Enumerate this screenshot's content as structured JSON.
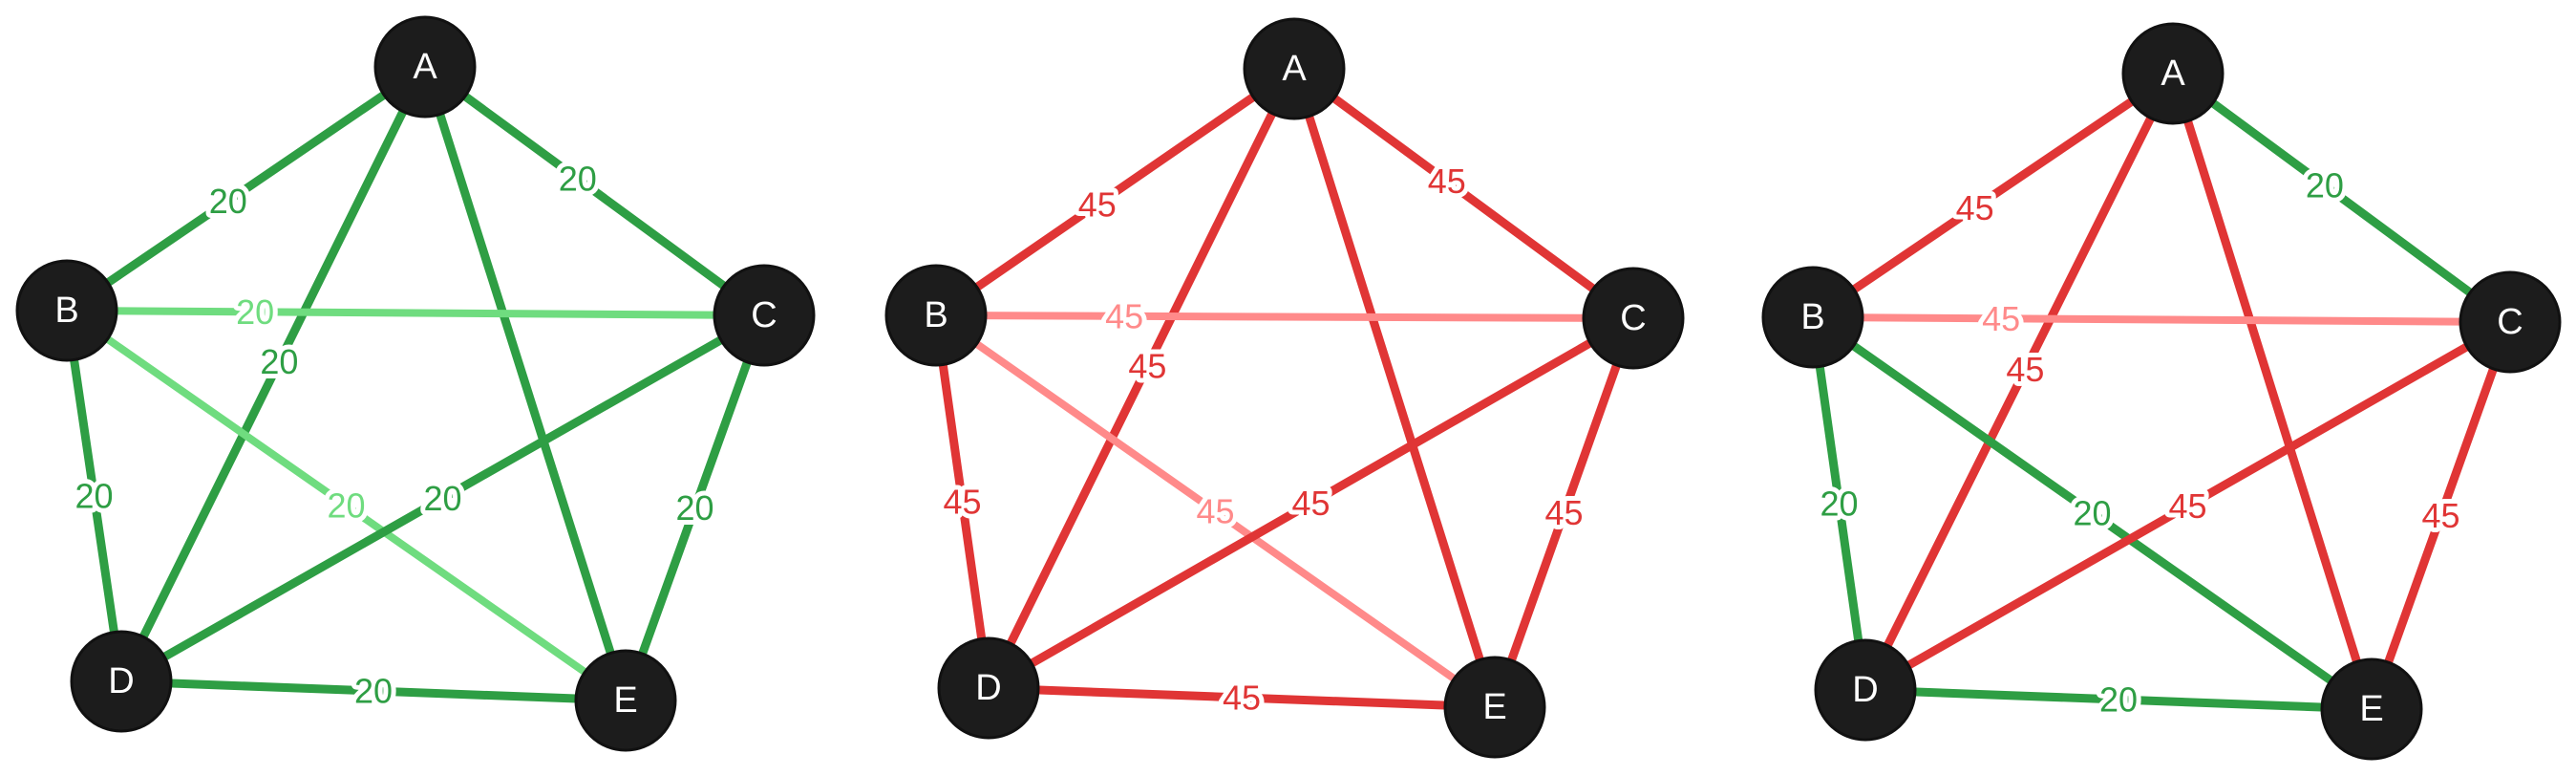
{
  "colors": {
    "green": "#2e9e44",
    "light_green": "#6fdc7f",
    "red": "#e03535",
    "light_red": "#ff8a8a",
    "node_fill": "#1c1c1c",
    "node_text": "#ffffff"
  },
  "graphs": [
    {
      "id": "graph-1",
      "nodes": [
        "A",
        "B",
        "C",
        "D",
        "E"
      ],
      "edges": [
        {
          "from": "A",
          "to": "B",
          "label": "20",
          "color": "green"
        },
        {
          "from": "A",
          "to": "C",
          "label": "20",
          "color": "green"
        },
        {
          "from": "A",
          "to": "D",
          "label": "20",
          "color": "green"
        },
        {
          "from": "A",
          "to": "E",
          "label": "",
          "color": "green"
        },
        {
          "from": "B",
          "to": "C",
          "label": "20",
          "color": "light_green"
        },
        {
          "from": "B",
          "to": "D",
          "label": "20",
          "color": "green"
        },
        {
          "from": "B",
          "to": "E",
          "label": "20",
          "color": "light_green"
        },
        {
          "from": "C",
          "to": "D",
          "label": "20",
          "color": "green"
        },
        {
          "from": "C",
          "to": "E",
          "label": "20",
          "color": "green"
        },
        {
          "from": "D",
          "to": "E",
          "label": "20",
          "color": "green"
        }
      ]
    },
    {
      "id": "graph-2",
      "nodes": [
        "A",
        "B",
        "C",
        "D",
        "E"
      ],
      "edges": [
        {
          "from": "A",
          "to": "B",
          "label": "45",
          "color": "red"
        },
        {
          "from": "A",
          "to": "C",
          "label": "45",
          "color": "red"
        },
        {
          "from": "A",
          "to": "D",
          "label": "45",
          "color": "red"
        },
        {
          "from": "A",
          "to": "E",
          "label": "",
          "color": "red"
        },
        {
          "from": "B",
          "to": "C",
          "label": "45",
          "color": "light_red"
        },
        {
          "from": "B",
          "to": "D",
          "label": "45",
          "color": "red"
        },
        {
          "from": "B",
          "to": "E",
          "label": "45",
          "color": "light_red"
        },
        {
          "from": "C",
          "to": "D",
          "label": "45",
          "color": "red"
        },
        {
          "from": "C",
          "to": "E",
          "label": "45",
          "color": "red"
        },
        {
          "from": "D",
          "to": "E",
          "label": "45",
          "color": "red"
        }
      ]
    },
    {
      "id": "graph-3",
      "nodes": [
        "A",
        "B",
        "C",
        "D",
        "E"
      ],
      "edges": [
        {
          "from": "A",
          "to": "B",
          "label": "45",
          "color": "red"
        },
        {
          "from": "A",
          "to": "C",
          "label": "20",
          "color": "green"
        },
        {
          "from": "A",
          "to": "D",
          "label": "45",
          "color": "red"
        },
        {
          "from": "A",
          "to": "E",
          "label": "",
          "color": "red"
        },
        {
          "from": "B",
          "to": "C",
          "label": "45",
          "color": "light_red"
        },
        {
          "from": "B",
          "to": "D",
          "label": "20",
          "color": "green"
        },
        {
          "from": "B",
          "to": "E",
          "label": "20",
          "color": "green"
        },
        {
          "from": "C",
          "to": "D",
          "label": "45",
          "color": "red"
        },
        {
          "from": "C",
          "to": "E",
          "label": "45",
          "color": "red"
        },
        {
          "from": "D",
          "to": "E",
          "label": "20",
          "color": "green"
        }
      ]
    }
  ]
}
